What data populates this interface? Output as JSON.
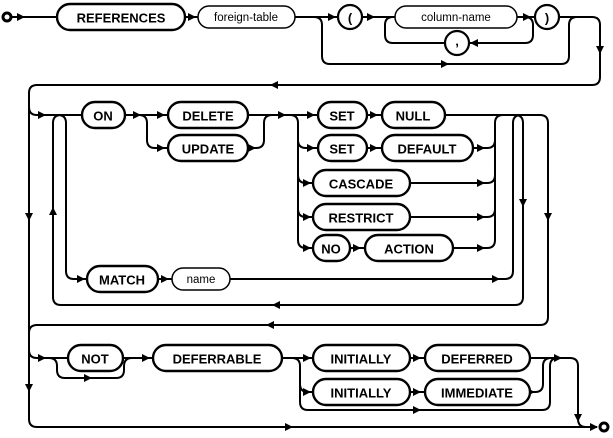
{
  "diagram": {
    "kind": "railroad-syntax-diagram",
    "subject": "REFERENCES foreign-key clause",
    "colors": {
      "line": "#000000",
      "box_fill": "#ffffff",
      "background": "#ffffff",
      "text": "#000000"
    },
    "nodes": {
      "references": "REFERENCES",
      "foreign_table": "foreign-table",
      "open_paren": "(",
      "column_name": "column-name",
      "comma": ",",
      "close_paren": ")",
      "on_kw": "ON",
      "delete_kw": "DELETE",
      "update_kw": "UPDATE",
      "set_1": "SET",
      "null_kw": "NULL",
      "set_2": "SET",
      "default_kw": "DEFAULT",
      "cascade_kw": "CASCADE",
      "restrict_kw": "RESTRICT",
      "no_kw": "NO",
      "action_kw": "ACTION",
      "match_kw": "MATCH",
      "name_nt": "name",
      "not_kw": "NOT",
      "deferrable_kw": "DEFERRABLE",
      "initially_1": "INITIALLY",
      "deferred_kw": "DEFERRED",
      "initially_2": "INITIALLY",
      "immediate_kw": "IMMEDIATE"
    }
  }
}
